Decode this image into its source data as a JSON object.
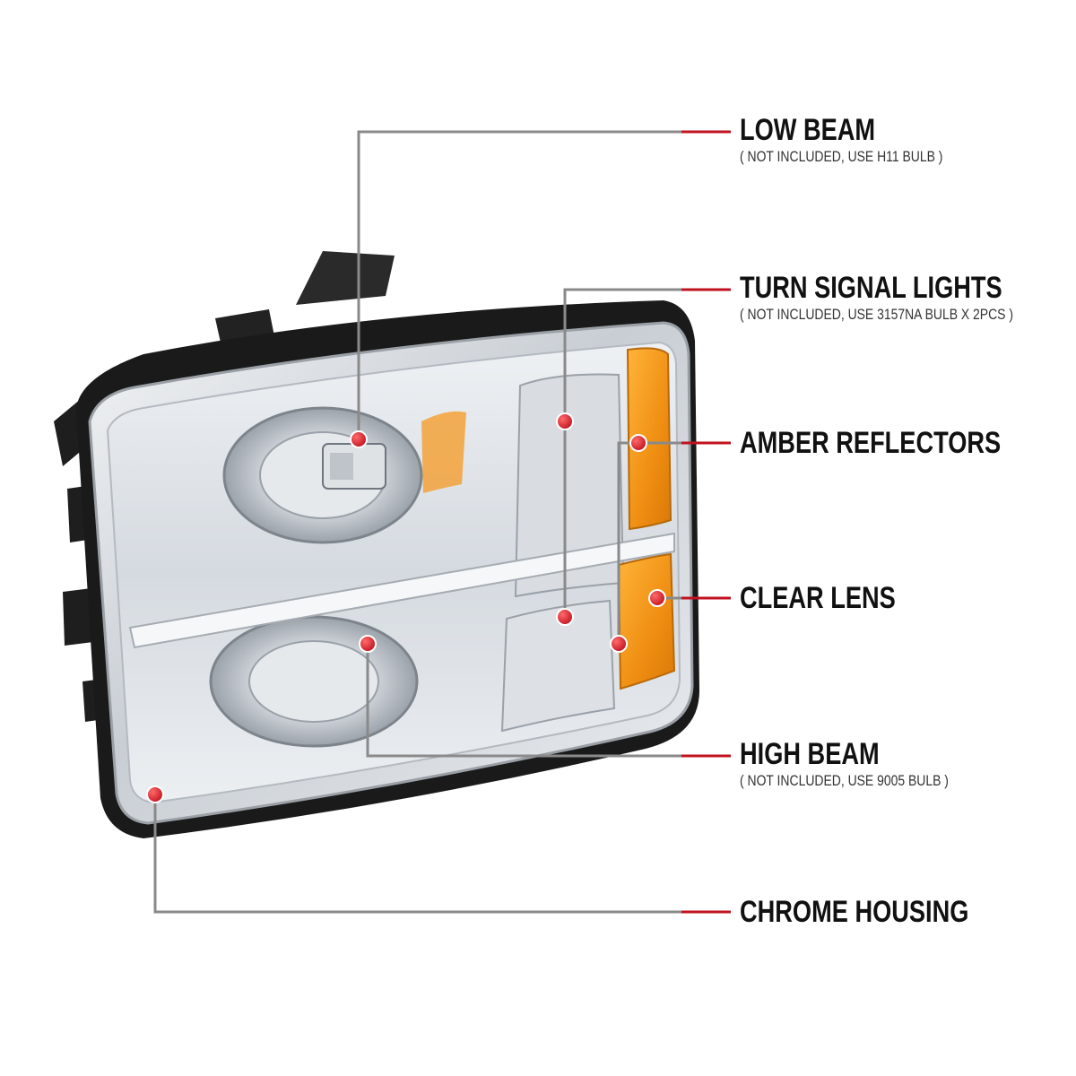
{
  "callouts": [
    {
      "id": "low-beam",
      "title": "LOW BEAM",
      "note": "( NOT INCLUDED, USE  H11  BULB )"
    },
    {
      "id": "turn-signal-lights",
      "title": "TURN SIGNAL LIGHTS",
      "note": "( NOT INCLUDED, USE  3157NA  BULB X 2PCS )"
    },
    {
      "id": "amber-reflectors",
      "title": "AMBER REFLECTORS"
    },
    {
      "id": "clear-lens",
      "title": "CLEAR LENS"
    },
    {
      "id": "high-beam",
      "title": "HIGH BEAM",
      "note": "( NOT INCLUDED, USE  9005  BULB )"
    },
    {
      "id": "chrome-housing",
      "title": "CHROME HOUSING"
    }
  ],
  "colors": {
    "accent": "#c0121f",
    "leader_grey": "#8a8a8a",
    "amber": "#f39a1c",
    "chrome": "#cfd3d8",
    "housing_black": "#1c1c1c"
  }
}
